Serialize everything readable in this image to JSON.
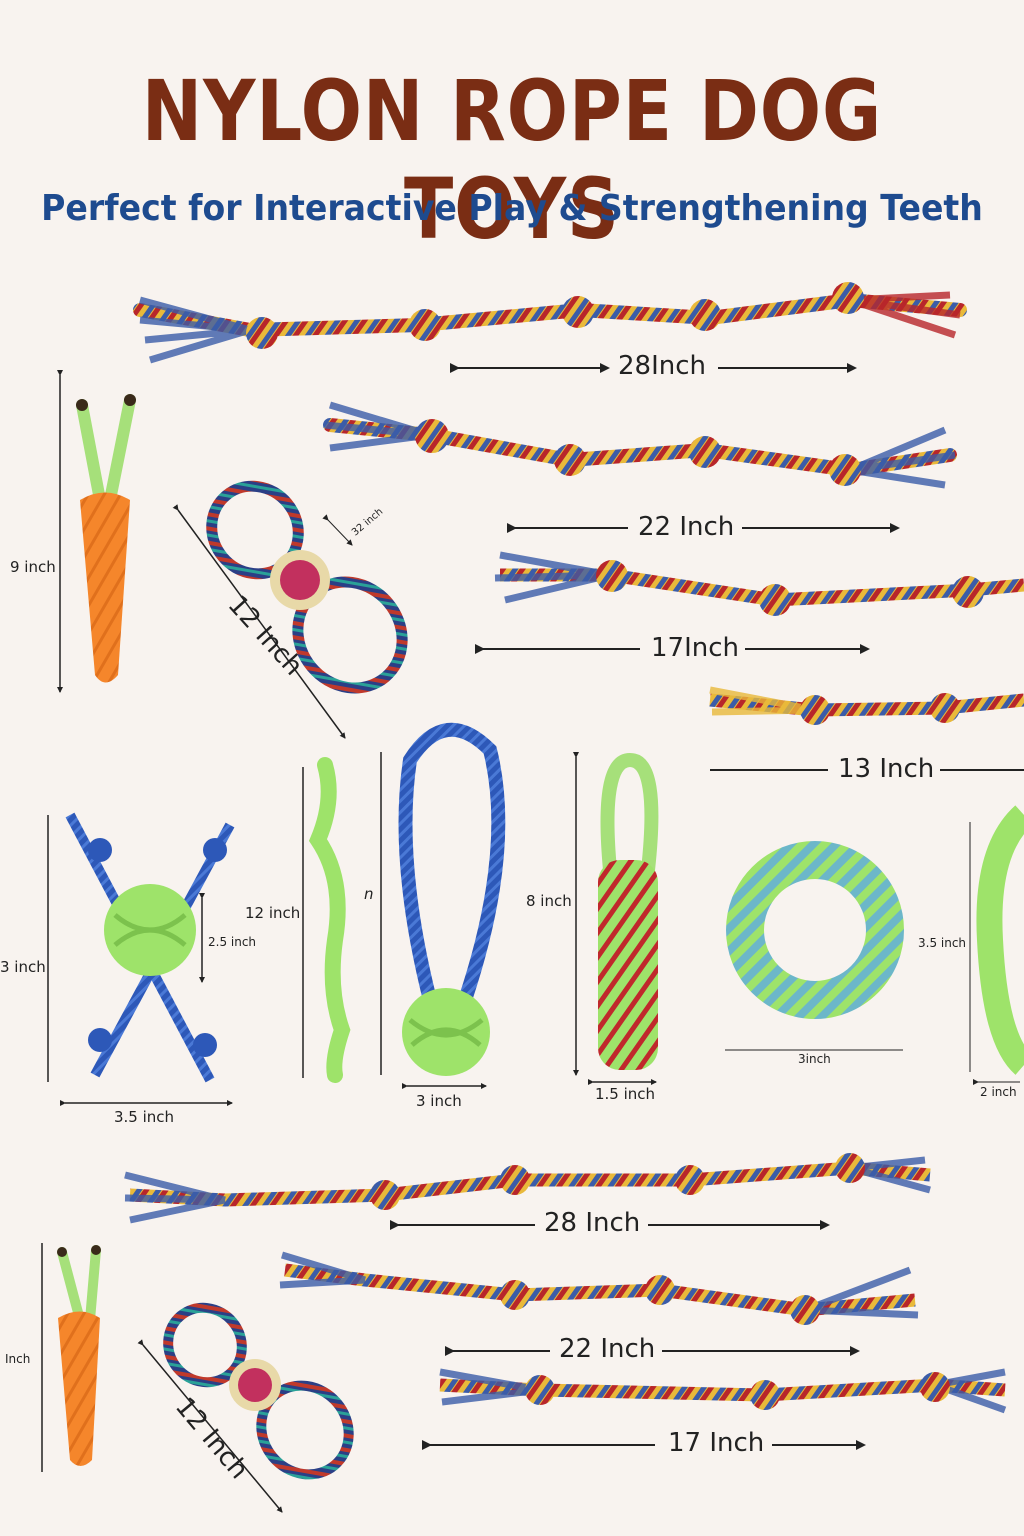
{
  "header": {
    "title": "NYLON ROPE DOG TOYS",
    "subtitle": "Perfect for Interactive Play & Strengthening Teeth"
  },
  "colors": {
    "title": "#7a2d14",
    "subtitle": "#1e4b8f",
    "background": "#f8f3ef",
    "rope_red": "#b8262a",
    "rope_yellow": "#e9b93a",
    "rope_blue": "#3b5ca8",
    "toy_green": "#9ee36a",
    "toy_orange": "#f5862b"
  },
  "top_section": {
    "rope_28": "28Inch",
    "rope_22": "22 Inch",
    "rope_17": "17Inch",
    "rope_13": "13 Inch",
    "carrot": "9 inch",
    "figure8_length": "12 Inch",
    "figure8_loop": "32 inch"
  },
  "middle_section": {
    "x_toy_height": "3 inch",
    "x_toy_ball": "2.5 inch",
    "x_toy_width": "3.5 inch",
    "stick_height": "12 inch",
    "loop_ball_height": "n",
    "loop_ball_width": "3 inch",
    "braided_height": "8 inch",
    "braided_width": "1.5 inch",
    "ring_width": "3inch",
    "partial_height": "3.5 inch",
    "partial_width": "2 inch"
  },
  "bottom_section": {
    "rope_28": "28 Inch",
    "rope_22": "22 Inch",
    "rope_17": "17 Inch",
    "carrot": "Inch",
    "figure8_length": "12 Inch"
  },
  "icons": [
    "rope-toy-icon",
    "carrot-toy-icon",
    "figure8-toy-icon",
    "x-ball-toy-icon",
    "stick-toy-icon",
    "loop-ball-toy-icon",
    "braided-toy-icon",
    "ring-toy-icon"
  ]
}
